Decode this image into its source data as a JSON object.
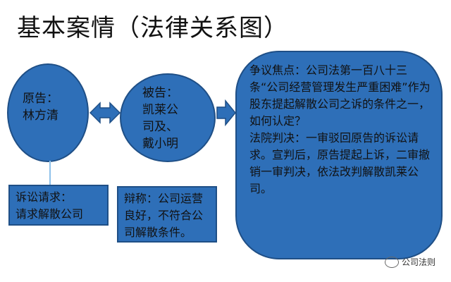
{
  "title": "基本案情（法律关系图）",
  "plaintiff": {
    "line1": "原告：",
    "line2": "林方清"
  },
  "defendant": {
    "line1": "被告：",
    "line2": "凯莱公",
    "line3": "司及、",
    "line4": "戴小明"
  },
  "focus": {
    "issue": "争议焦点：公司法第一百八十三条“公司经营管理发生严重困难”作为股东提起解散公司之诉的条件之一，如何认定？",
    "ruling": "法院判决：一审驳回原告的诉讼请求。宣判后，原告提起上诉，二审撤销一审判决，依法改判解散凯莱公司。"
  },
  "claim": {
    "line1": "诉讼请求：",
    "line2": "请求解散公司"
  },
  "defense": {
    "text": "辩称：公司运营良好，不符合公司解散条件。"
  },
  "watermark": {
    "text": "公司法则",
    "icon": "wechat-icon"
  },
  "colors": {
    "fill": "#2e6fb8",
    "stroke": "#1f4f86",
    "connector": "#8ec1ea"
  }
}
